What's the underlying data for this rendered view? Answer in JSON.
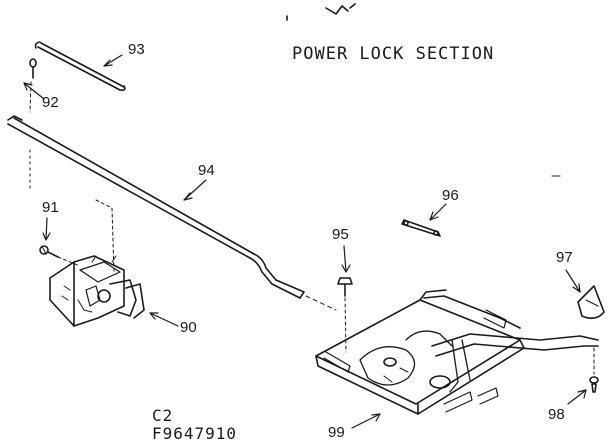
{
  "title": "POWER LOCK SECTION",
  "callouts": {
    "p90": "90",
    "p91": "91",
    "p92": "92",
    "p93": "93",
    "p94": "94",
    "p95": "95",
    "p96": "96",
    "p97": "97",
    "p98": "98",
    "p99": "99"
  },
  "footer": {
    "code1": "C2",
    "code2": "F9647910"
  }
}
